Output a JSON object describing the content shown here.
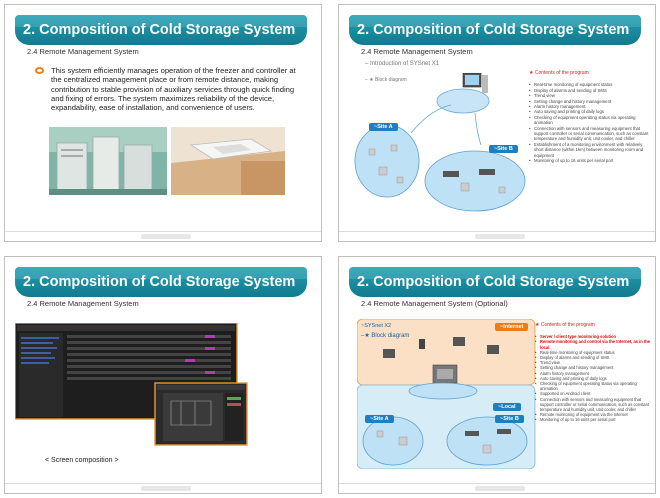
{
  "slides": [
    {
      "title": "2. Composition of Cold Storage System",
      "subtitle": "2.4 Remote Management System",
      "paragraph": "This system efficiently manages operation of the freezer and controller at the centralized management place or from remote distance, making contribution to stable provision of auxiliary services through quick finding and fixing of errors. The system maximizes reliability of the device, expandability, ease of installation, and convenience of users."
    },
    {
      "title": "2. Composition of Cold Storage System",
      "subtitle": "2.4 Remote Management System",
      "intro": "– Introduction of SYSnet X1",
      "block": "– ★ Block diagram",
      "site_a": "~Site A",
      "site_b": "~Site B",
      "program_header": "★ Contents of the program",
      "program_items": [
        "Real-time monitoring of equipment status",
        "Display of alarms and sending of SMS",
        "Trend view",
        "Setting change and history management",
        "Alarm history management",
        "Auto saving and printing of daily logs",
        "Checking of equipment operating status via operating animation",
        "Connection with sensors and measuring equipment that support controller or serial communication, such as constant temperature and humidity unit, unit cooler, and chiller",
        "Establishment of a monitoring environment with relatively short distance (within 1km) between monitoring room and equipment",
        "Monitoring of up to 16 units per serial port"
      ]
    },
    {
      "title": "2. Composition of Cold Storage System",
      "subtitle": "2.4 Remote Management System",
      "caption": "< Screen composition >"
    },
    {
      "title": "2. Composition of Cold Storage System",
      "subtitle": "2.4 Remote Management System (Optional)",
      "sysnet": "~SYSnet X2",
      "block": "–★ Block diagram",
      "internet": "~Internet",
      "local": "~Local",
      "site_a": "~Site A",
      "site_b": "~Site B",
      "program_header": "★ Contents of the program",
      "program_red": [
        "Server / client type monitoring solution",
        "Remote monitoring and control via the Internet, as in the local"
      ],
      "program_items": [
        "Real-time monitoring of equipment status",
        "Display of alarms and sending of SMS",
        "Trend view",
        "Setting change and history management",
        "Alarm history management",
        "Auto saving and printing of daily logs",
        "Checking of equipment operating status via operating animation",
        "Supported on Android client",
        "Connection with sensors and measuring equipment that support controller or serial communication, such as constant temperature and humidity unit, unit cooler, and chiller",
        "Remote monitoring of equipment via the Internet",
        "Monitoring of up to 16 units per serial port"
      ]
    }
  ]
}
